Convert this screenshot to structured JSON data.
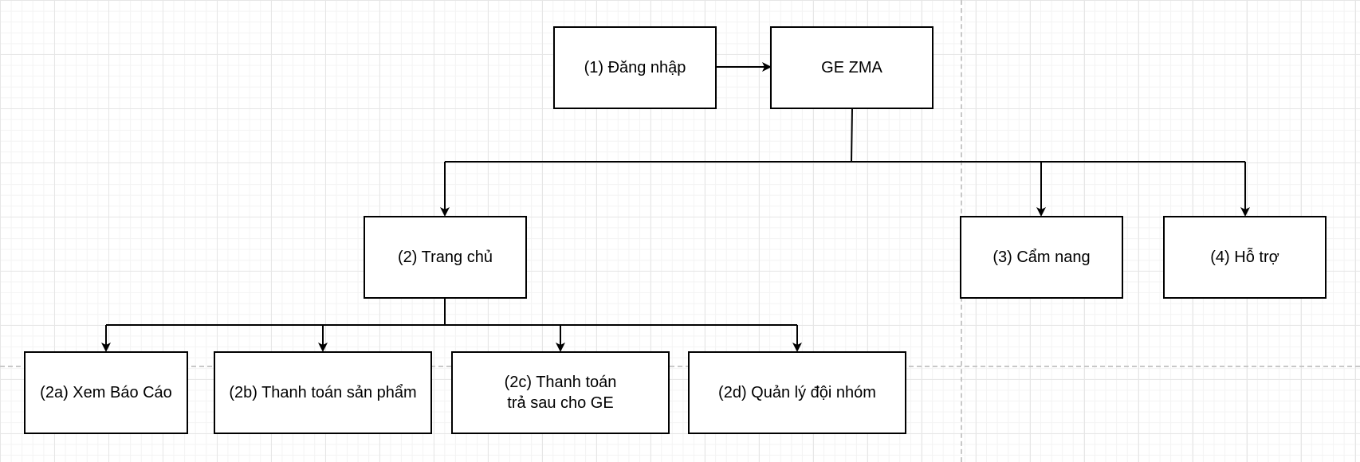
{
  "diagram": {
    "nodes": {
      "login": "(1) Đăng nhập",
      "ge_zma": "GE ZMA",
      "home": "(2) Trang chủ",
      "handbook": "(3) Cẩm nang",
      "support": "(4) Hỗ trợ",
      "view_report": "(2a) Xem Báo Cáo",
      "product_payment": "(2b) Thanh toán sản phẩm",
      "postpaid_payment": "(2c) Thanh toán\ntrả sau cho GE",
      "team_management": "(2d) Quản lý đội nhóm"
    },
    "edges": [
      {
        "from": "login",
        "to": "ge_zma"
      },
      {
        "from": "ge_zma",
        "to": "home"
      },
      {
        "from": "ge_zma",
        "to": "handbook"
      },
      {
        "from": "ge_zma",
        "to": "support"
      },
      {
        "from": "home",
        "to": "view_report"
      },
      {
        "from": "home",
        "to": "product_payment"
      },
      {
        "from": "home",
        "to": "postpaid_payment"
      },
      {
        "from": "home",
        "to": "team_management"
      }
    ],
    "colors": {
      "stroke": "#000000",
      "fill": "#ffffff",
      "grid": "#e6e6e6",
      "page_break": "#c8c8c8"
    }
  }
}
